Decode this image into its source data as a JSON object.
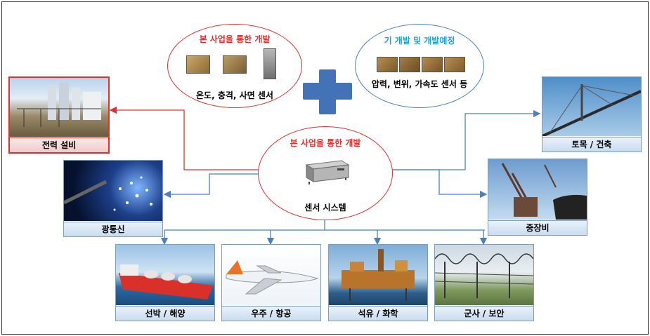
{
  "colors": {
    "red": "#e03030",
    "cyan": "#20a0d0",
    "connector": "#4a7fc1",
    "plus": "#4472b6",
    "label_border": "#7f9db9"
  },
  "center": {
    "title": "본 사업을 통한 개발",
    "caption": "센서 시스템",
    "icon": "sensor-device-icon"
  },
  "top_left": {
    "title": "본 사업을 통한 개발",
    "caption": "온도, 충격, 사면 센서",
    "icon": "sensor-thumbnails"
  },
  "top_right": {
    "title": "기 개발 및 개발예정",
    "caption": "압력, 변위, 가속도 센서 등",
    "icon": "sensor-thumbnails"
  },
  "plus_icon": "plus-icon",
  "applications": [
    {
      "label": "전력 설비",
      "icon": "power-facility-photo"
    },
    {
      "label": "광통신",
      "icon": "optical-fiber-photo"
    },
    {
      "label": "토목 / 건축",
      "icon": "bridge-photo"
    },
    {
      "label": "중장비",
      "icon": "crane-photo"
    },
    {
      "label": "선박 / 해양",
      "icon": "ship-photo"
    },
    {
      "label": "우주 / 항공",
      "icon": "airplane-photo"
    },
    {
      "label": "석유 / 화학",
      "icon": "oil-platform-photo"
    },
    {
      "label": "군사 / 보안",
      "icon": "barbed-wire-photo"
    }
  ]
}
